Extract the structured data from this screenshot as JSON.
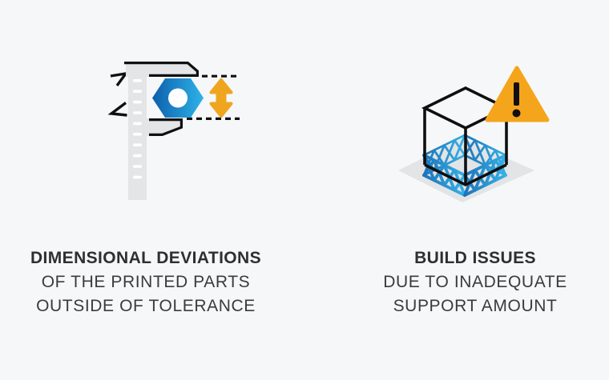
{
  "page": {
    "background_color": "#f6f7f8",
    "description": "Two-panel infographic about 3D printing problems"
  },
  "features": [
    {
      "icon": "caliper-measuring-nut-icon",
      "title": "DIMENSIONAL DEVIATIONS",
      "line1": "OF THE PRINTED PARTS",
      "line2": "OUTSIDE OF TOLERANCE"
    },
    {
      "icon": "cube-with-support-warning-icon",
      "title": "BUILD ISSUES",
      "line1": "DUE TO INADEQUATE",
      "line2": "SUPPORT AMOUNT"
    }
  ],
  "colors": {
    "background": "#f6f7f8",
    "ink_black": "#101010",
    "steel_gray": "#e4e5e7",
    "platform_gray": "#e3e4e6",
    "nut_blue_dark": "#0d5fab",
    "nut_blue_light": "#2eb2e9",
    "support_blue_dark": "#1e74b9",
    "support_blue_light": "#35b1e6",
    "warning_orange": "#f5a51c",
    "arrow_orange": "#f0a51e",
    "title_text": "#2e2f31",
    "body_text": "#3a3b3d"
  }
}
